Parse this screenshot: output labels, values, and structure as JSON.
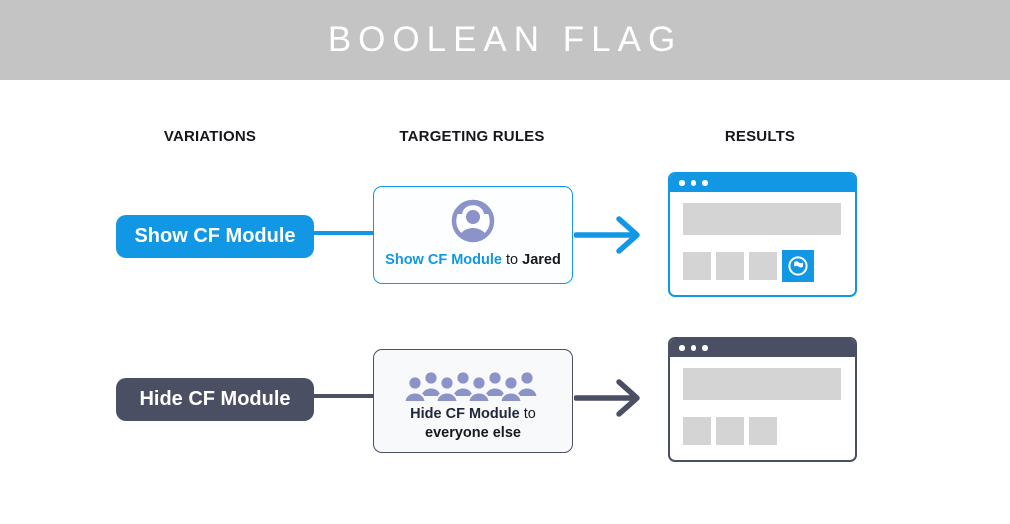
{
  "banner": {
    "title": "BOOLEAN FLAG"
  },
  "columns": {
    "variations": "VARIATIONS",
    "targeting_rules": "TARGETING RULES",
    "results": "RESULTS"
  },
  "rows": [
    {
      "variation_label": "Show CF Module",
      "rule": {
        "icon": "user-circle-icon",
        "flag_label": "Show CF Module",
        "connector_word": "to",
        "audience": "Jared"
      },
      "result": {
        "window_style": "blue",
        "module_visible": true,
        "placeholder_blocks": 3,
        "module_icon": "flag-circle-icon"
      }
    },
    {
      "variation_label": "Hide CF Module",
      "rule": {
        "icon": "crowd-icon",
        "flag_label": "Hide CF Module",
        "connector_word": "to",
        "audience": "everyone else"
      },
      "result": {
        "window_style": "dark",
        "module_visible": false,
        "placeholder_blocks": 3
      }
    }
  ],
  "colors": {
    "banner_gray": "#c4c4c4",
    "accent_blue": "#1297e4",
    "accent_slate": "#4b4f63",
    "icon_periwinkle": "#8b93c9",
    "placeholder_gray": "#d4d4d4"
  }
}
